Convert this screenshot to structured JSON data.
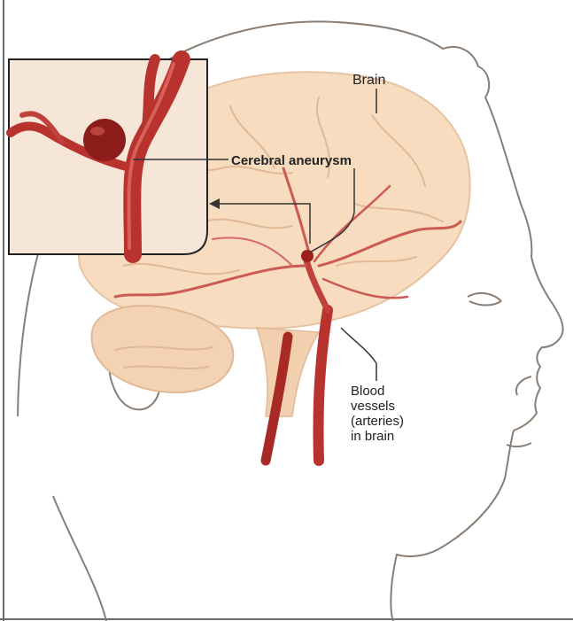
{
  "labels": {
    "brain": "Brain",
    "aneurysm": "Cerebral aneurysm",
    "vessels_line1": "Blood",
    "vessels_line2": "vessels",
    "vessels_line3": "(arteries)",
    "vessels_line4": "in brain"
  },
  "colors": {
    "background": "#ffffff",
    "head_outline": "#8a7e74",
    "brain_fill": "#f7dcc0",
    "brain_fold": "#e2b996",
    "artery": "#b8332e",
    "artery_dark": "#8c1d1b",
    "artery_light": "#d9605a",
    "inset_bg": "#f6e6d8",
    "leader": "#333333"
  }
}
